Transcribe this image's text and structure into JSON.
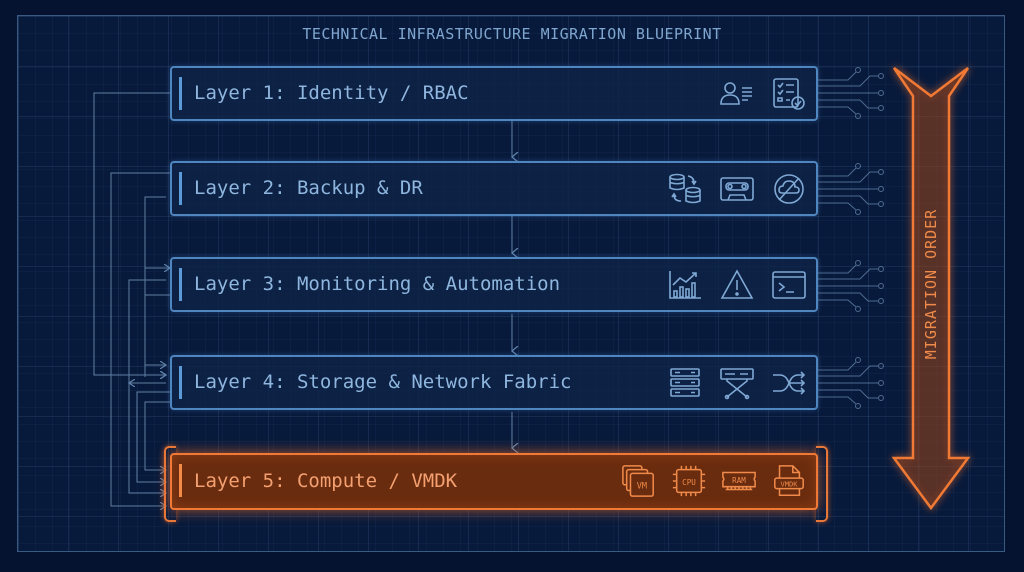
{
  "title": "TECHNICAL INFRASTRUCTURE MIGRATION BLUEPRINT",
  "layers": [
    {
      "label": "Layer 1: Identity / RBAC",
      "icons": [
        "user-list-icon",
        "checklist-shield-icon"
      ],
      "state": "normal"
    },
    {
      "label": "Layer 2: Backup & DR",
      "icons": [
        "database-sync-icon",
        "tape-cassette-icon",
        "cloud-disabled-icon"
      ],
      "state": "normal"
    },
    {
      "label": "Layer 3: Monitoring & Automation",
      "icons": [
        "bar-chart-trend-icon",
        "warning-triangle-icon",
        "terminal-icon"
      ],
      "state": "normal"
    },
    {
      "label": "Layer 4: Storage & Network Fabric",
      "icons": [
        "server-rack-icon",
        "network-switch-icon",
        "shuffle-routing-icon"
      ],
      "state": "normal"
    },
    {
      "label": "Layer 5: Compute / VMDK",
      "icons": [
        "vm-stack-icon",
        "cpu-chip-icon",
        "ram-module-icon",
        "vmdk-file-icon"
      ],
      "state": "highlighted"
    }
  ],
  "icon_text": {
    "vm": "VM",
    "cpu": "CPU",
    "ram": "RAM",
    "vmdk": "VMDK"
  },
  "arrow": {
    "label": "MIGRATION ORDER",
    "direction": "down"
  },
  "colors": {
    "background": "#061330",
    "layer_border": "#4f86c0",
    "layer_text": "#8fb6de",
    "highlight": "#f07a35",
    "highlight_fill": "#6a2c0f",
    "title": "#7fa6cf"
  }
}
